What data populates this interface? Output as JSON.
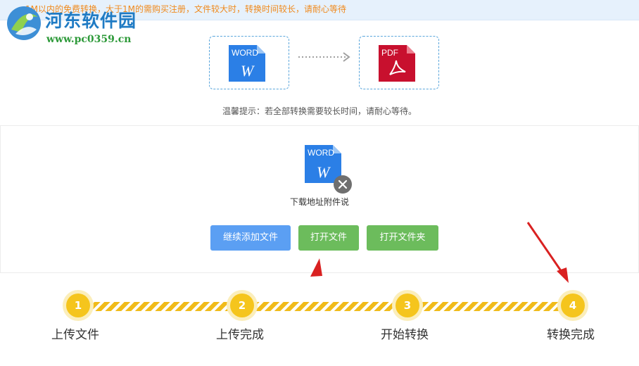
{
  "notice": "1M以内的免费转换，大于1M的需购买注册，文件较大时，转换时间较长，请耐心等待",
  "watermark": {
    "title": "河东软件园",
    "url": "www.pc0359.cn"
  },
  "converter": {
    "source_format": "WORD",
    "target_format": "PDF",
    "word_glyph": "W",
    "tip": "温馨提示：若全部转换需要较长时间，请耐心等待。"
  },
  "file": {
    "name": "下载地址附件说",
    "format": "WORD",
    "glyph": "W"
  },
  "buttons": {
    "add_files": "继续添加文件",
    "open_file": "打开文件",
    "open_folder": "打开文件夹"
  },
  "steps": [
    {
      "number": "1",
      "label": "上传文件"
    },
    {
      "number": "2",
      "label": "上传完成"
    },
    {
      "number": "3",
      "label": "开始转换"
    },
    {
      "number": "4",
      "label": "转换完成"
    }
  ],
  "colors": {
    "word_blue": "#2b7fe6",
    "pdf_red": "#c8102e",
    "primary_button": "#5b9ff3",
    "success_button": "#6cbc5c",
    "step_yellow": "#f5c51d",
    "notice_orange": "#f08a1d",
    "annotation_red": "#d92121"
  },
  "icons": [
    "word-doc-icon",
    "pdf-doc-icon",
    "dotted-arrow-icon",
    "close-icon",
    "site-logo-icon"
  ]
}
